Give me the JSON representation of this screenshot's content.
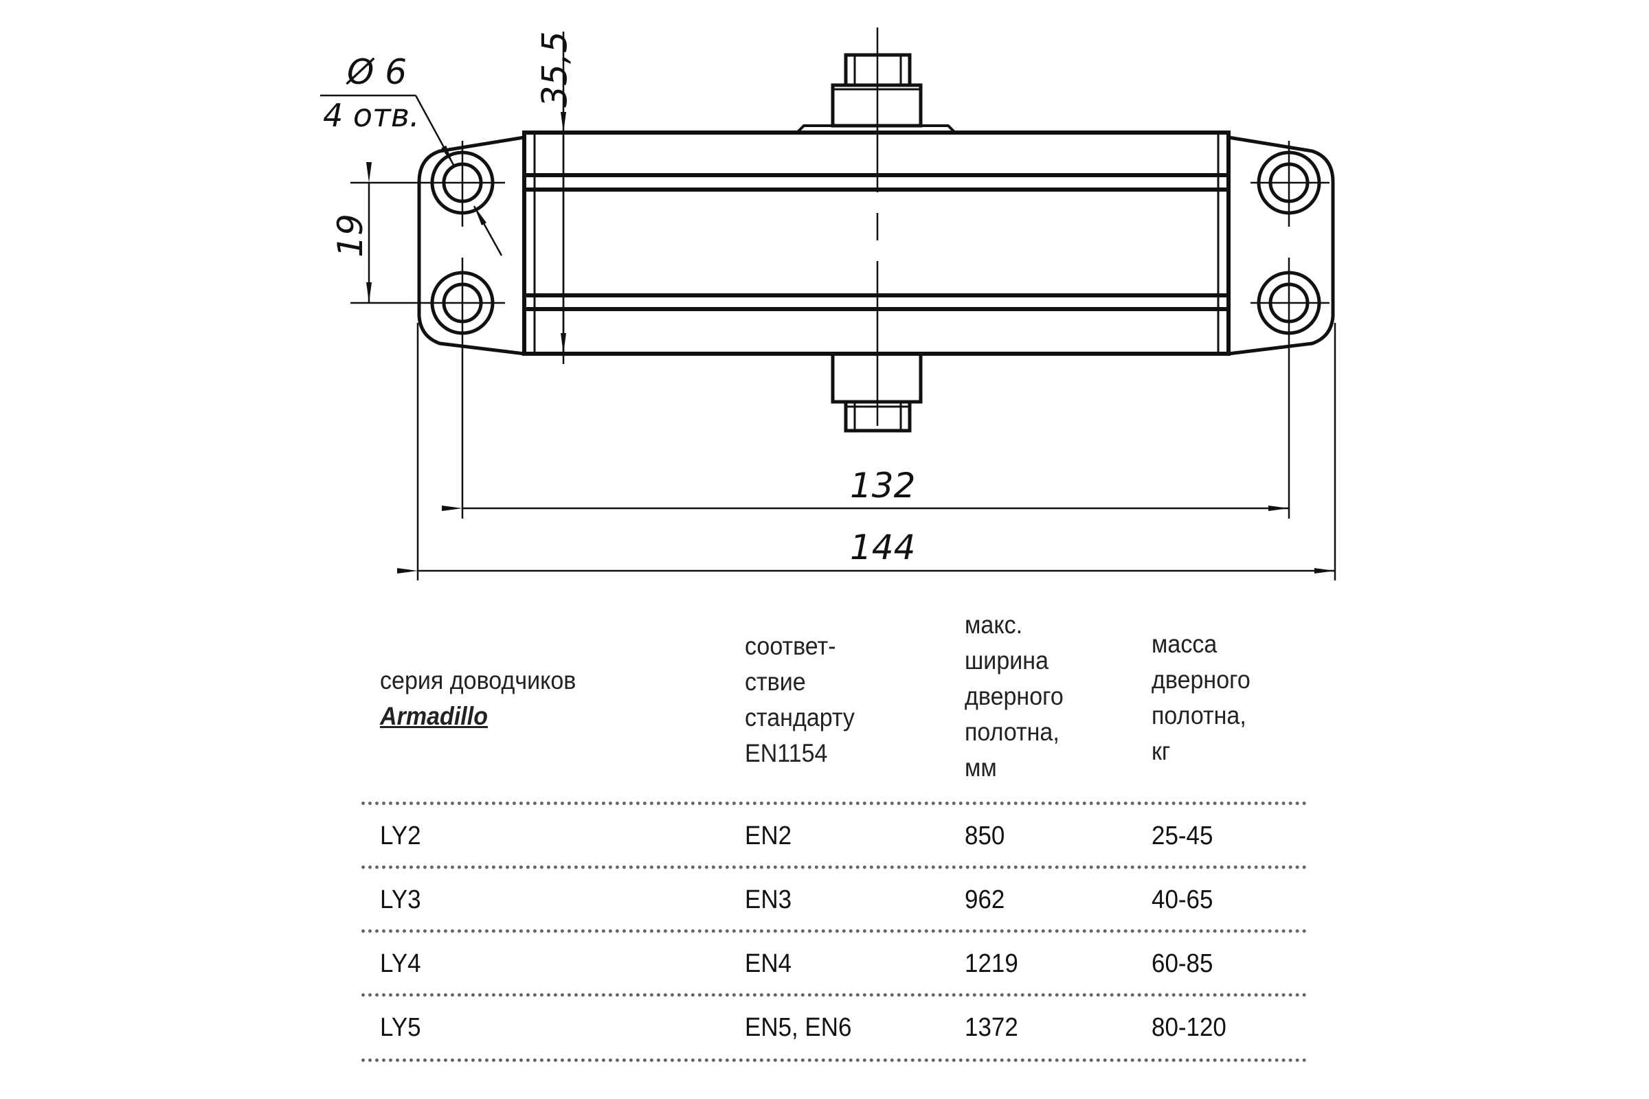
{
  "drawing": {
    "hole_diameter_label": "Ø 6",
    "hole_count_label": "4 отв.",
    "height_dimension": "35,5",
    "hole_spacing_dimension": "19",
    "hole_centers_dimension": "132",
    "overall_length_dimension": "144"
  },
  "table": {
    "headers": [
      {
        "text": "серия доводчиков",
        "brand": "Armadillo"
      },
      {
        "text": "соответ-\nствие\nстандарту\nEN1154"
      },
      {
        "text": "макс.\nширина\nдверного\nполотна,\nмм"
      },
      {
        "text": "масса\nдверного\nполотна,\nкг"
      }
    ],
    "rows": [
      [
        "LY2",
        "EN2",
        "850",
        "25-45"
      ],
      [
        "LY3",
        "EN3",
        "962",
        "40-65"
      ],
      [
        "LY4",
        "EN4",
        "1219",
        "60-85"
      ],
      [
        "LY5",
        "EN5, EN6",
        "1372",
        "80-120"
      ]
    ]
  }
}
